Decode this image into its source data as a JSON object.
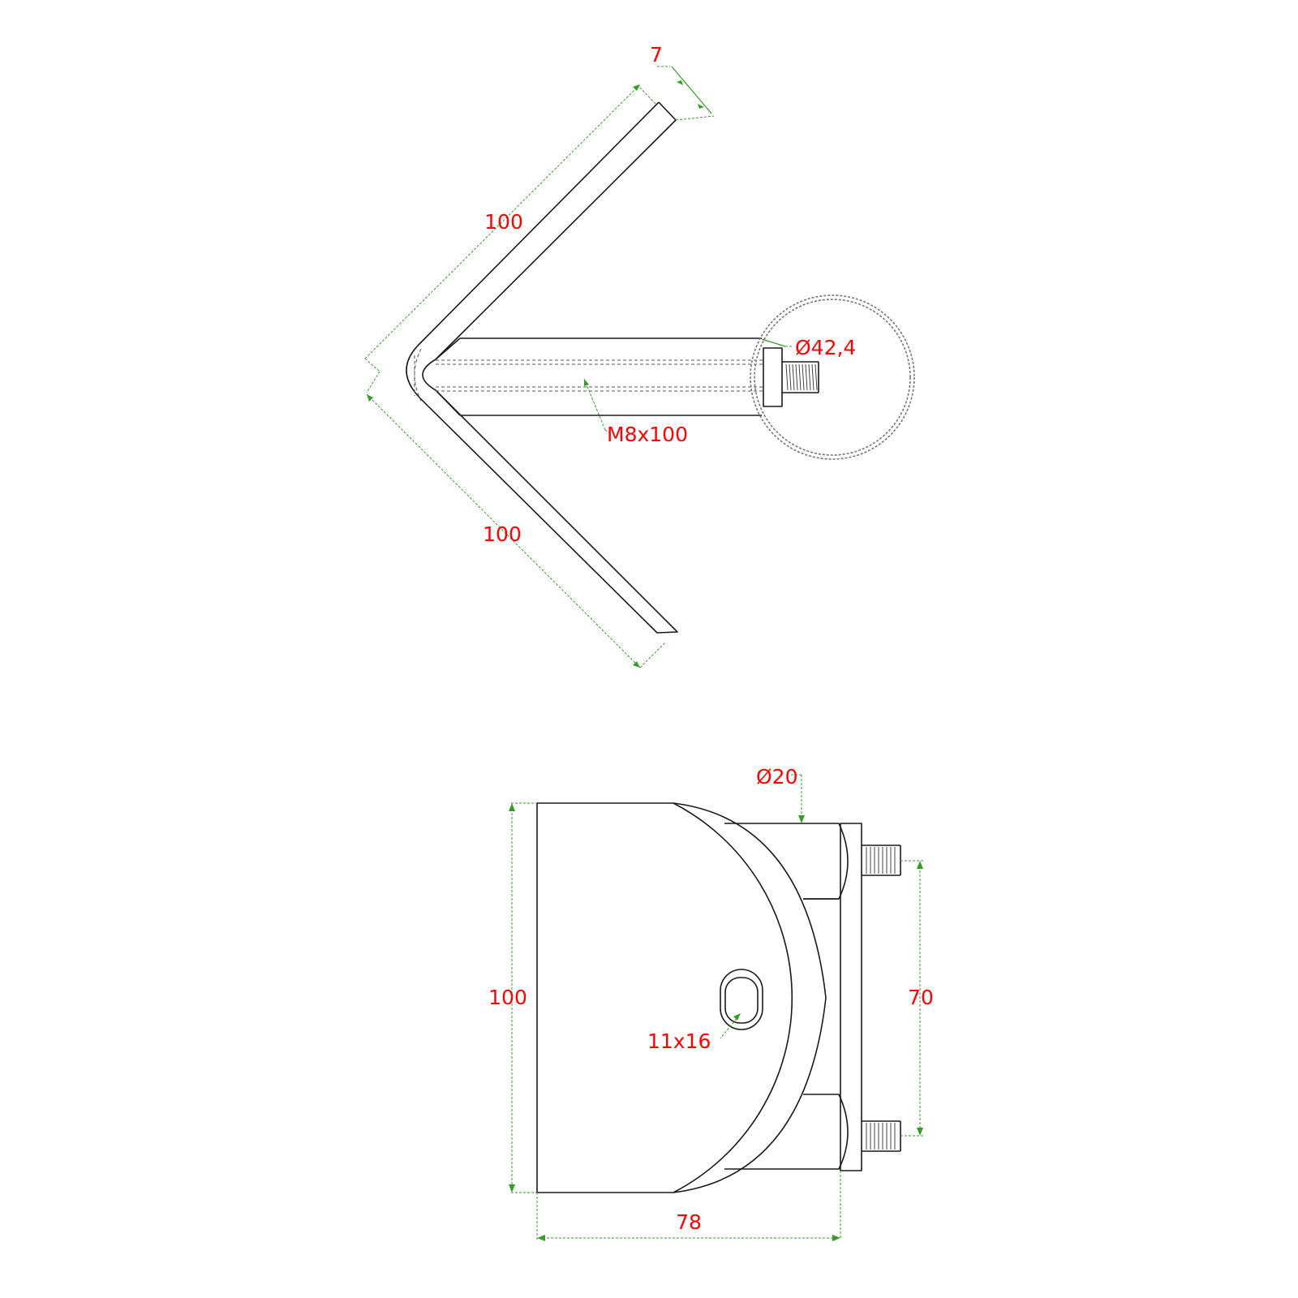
{
  "top_view": {
    "dim_thickness": "7",
    "dim_arm_upper": "100",
    "dim_arm_lower": "100",
    "dim_tube_diameter": "Ø42,4",
    "dim_bolt": "M8x100"
  },
  "front_view": {
    "dim_tube": "Ø20",
    "dim_height": "100",
    "dim_width": "78",
    "dim_bolt_spacing": "70",
    "dim_slot": "11x16"
  },
  "colors": {
    "outline": "#1a1a1a",
    "dimension_line": "#3a9b2a",
    "dimension_text": "#ff0000"
  }
}
